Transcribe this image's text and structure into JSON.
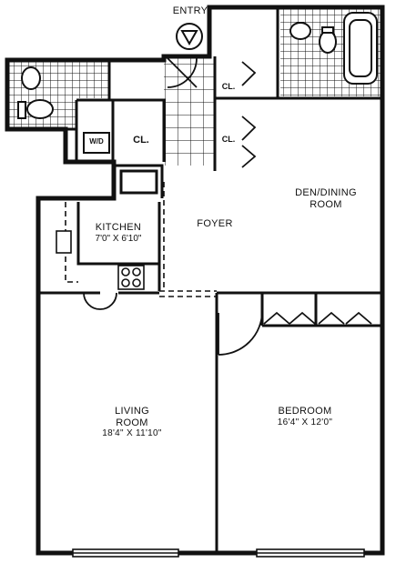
{
  "plan": {
    "entry": "ENTRY",
    "rooms": {
      "den": {
        "line1": "DEN/DINING",
        "line2": "ROOM"
      },
      "foyer": {
        "name": "FOYER"
      },
      "kitchen": {
        "name": "KITCHEN",
        "dims": "7'0\" X 6'10\""
      },
      "living": {
        "line1": "LIVING",
        "line2": "ROOM",
        "dims": "18'4\" X 11'10\""
      },
      "bedroom": {
        "name": "BEDROOM",
        "dims": "16'4\" X 12'0\""
      }
    },
    "closets": {
      "cl1": "CL.",
      "cl2": "CL.",
      "cl3": "CL."
    },
    "washer_dryer": "W/D"
  }
}
